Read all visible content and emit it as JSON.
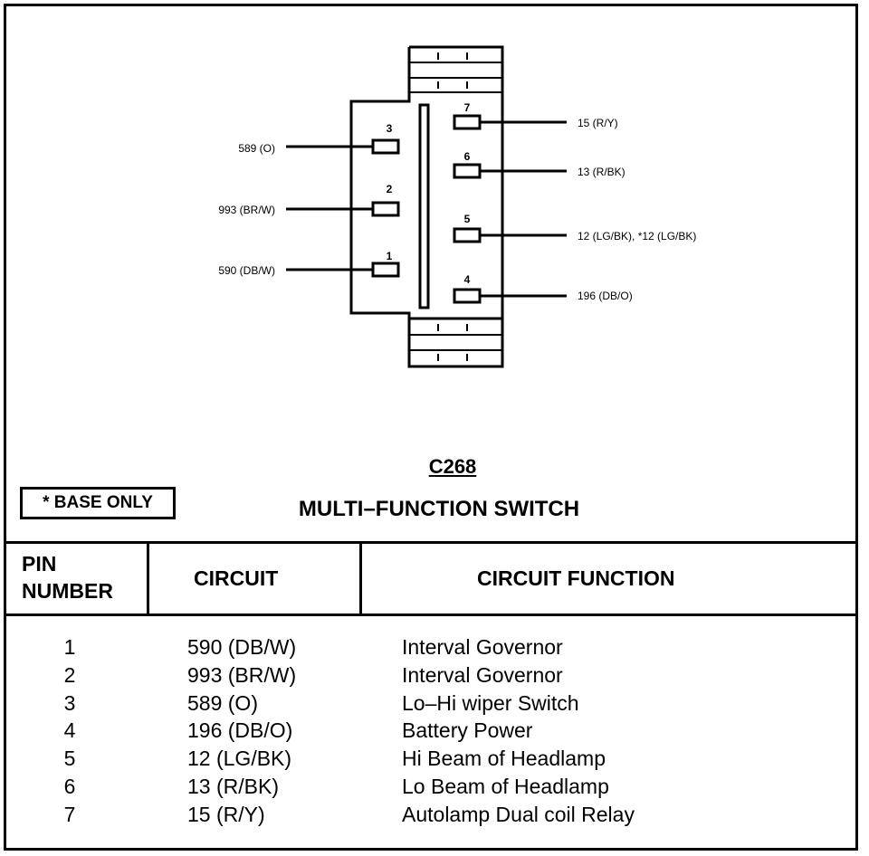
{
  "connector": {
    "id": "C268",
    "name": "MULTI–FUNCTION SWITCH",
    "note": "* BASE ONLY"
  },
  "pins_left": [
    {
      "pin": "3",
      "wire": "589 (O)"
    },
    {
      "pin": "2",
      "wire": "993 (BR/W)"
    },
    {
      "pin": "1",
      "wire": "590 (DB/W)"
    }
  ],
  "pins_right": [
    {
      "pin": "7",
      "wire": "15 (R/Y)"
    },
    {
      "pin": "6",
      "wire": "13 (R/BK)"
    },
    {
      "pin": "5",
      "wire": "12 (LG/BK), *12 (LG/BK)"
    },
    {
      "pin": "4",
      "wire": "196 (DB/O)"
    }
  ],
  "table": {
    "headers": {
      "pin_line1": "PIN",
      "pin_line2": "NUMBER",
      "circuit": "CIRCUIT",
      "function": "CIRCUIT FUNCTION"
    },
    "rows": [
      {
        "pin": "1",
        "circuit": "590 (DB/W)",
        "function": "Interval Governor"
      },
      {
        "pin": "2",
        "circuit": "993 (BR/W)",
        "function": "Interval Governor"
      },
      {
        "pin": "3",
        "circuit": "589 (O)",
        "function": "Lo–Hi wiper Switch"
      },
      {
        "pin": "4",
        "circuit": "196 (DB/O)",
        "function": "Battery Power"
      },
      {
        "pin": "5",
        "circuit": "12 (LG/BK)",
        "function": "Hi Beam of Headlamp"
      },
      {
        "pin": "6",
        "circuit": "13 (R/BK)",
        "function": "Lo Beam of Headlamp"
      },
      {
        "pin": "7",
        "circuit": "15 (R/Y)",
        "function": "Autolamp Dual coil Relay"
      }
    ]
  }
}
